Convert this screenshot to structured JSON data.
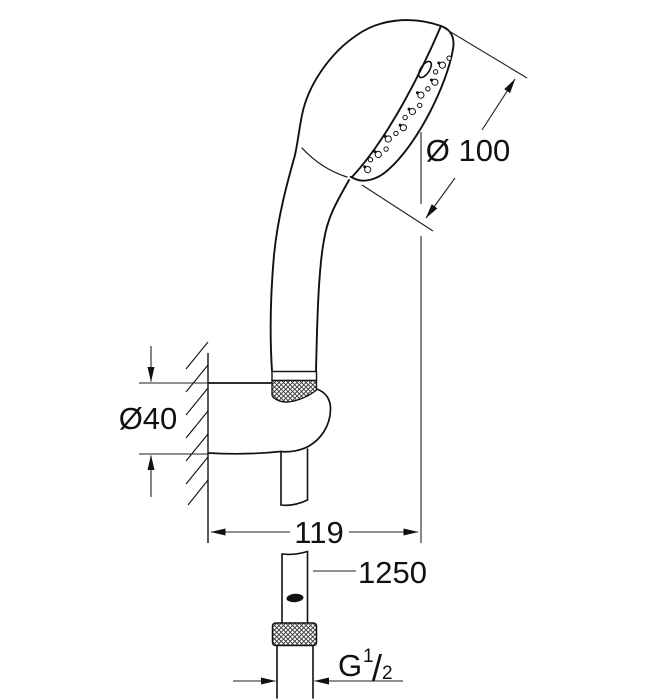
{
  "diagram": {
    "kind": "technical dimension drawing",
    "background_color": "#ffffff",
    "line_color": "#111111",
    "labels": {
      "head_diameter": "Ø 100",
      "bracket_diameter": "Ø40",
      "bracket_offset": "119",
      "hose_length": "1250",
      "thread": "G 1/2",
      "thread_g": "G",
      "thread_numerator": "1",
      "thread_slash": "/",
      "thread_denominator": "2"
    }
  }
}
